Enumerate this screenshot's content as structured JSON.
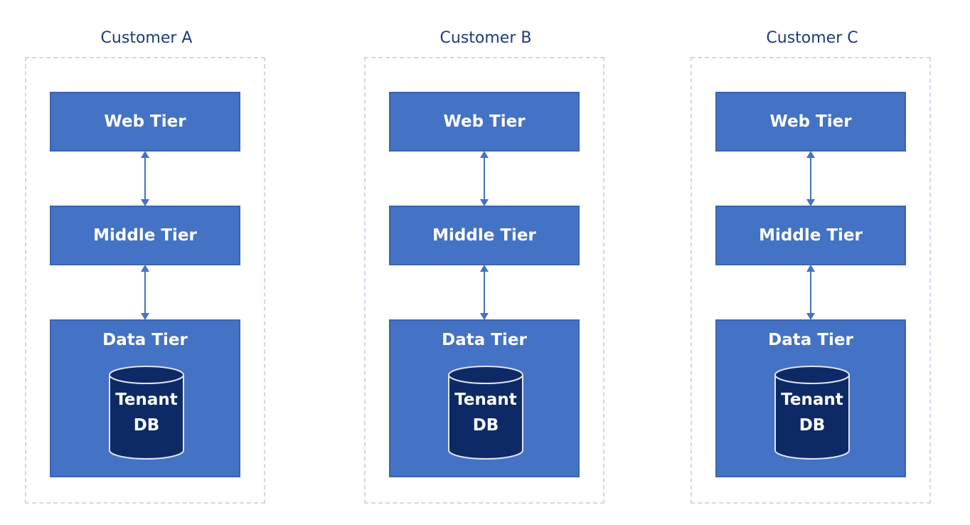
{
  "colors": {
    "tier_fill": "#4472c4",
    "db_fill": "#0e2a66",
    "title_text": "#1f3a7a",
    "frame_border": "#cfd9e6",
    "arrow": "#4472c4"
  },
  "icons": {
    "arrow": "bidirectional-arrow-icon",
    "database": "database-cylinder-icon"
  },
  "customers": [
    {
      "title": "Customer A",
      "web_tier": "Web Tier",
      "middle_tier": "Middle Tier",
      "data_tier": "Data Tier",
      "db_line1": "Tenant",
      "db_line2": "DB"
    },
    {
      "title": "Customer B",
      "web_tier": "Web Tier",
      "middle_tier": "Middle Tier",
      "data_tier": "Data Tier",
      "db_line1": "Tenant",
      "db_line2": "DB"
    },
    {
      "title": "Customer C",
      "web_tier": "Web Tier",
      "middle_tier": "Middle Tier",
      "data_tier": "Data Tier",
      "db_line1": "Tenant",
      "db_line2": "DB"
    }
  ]
}
